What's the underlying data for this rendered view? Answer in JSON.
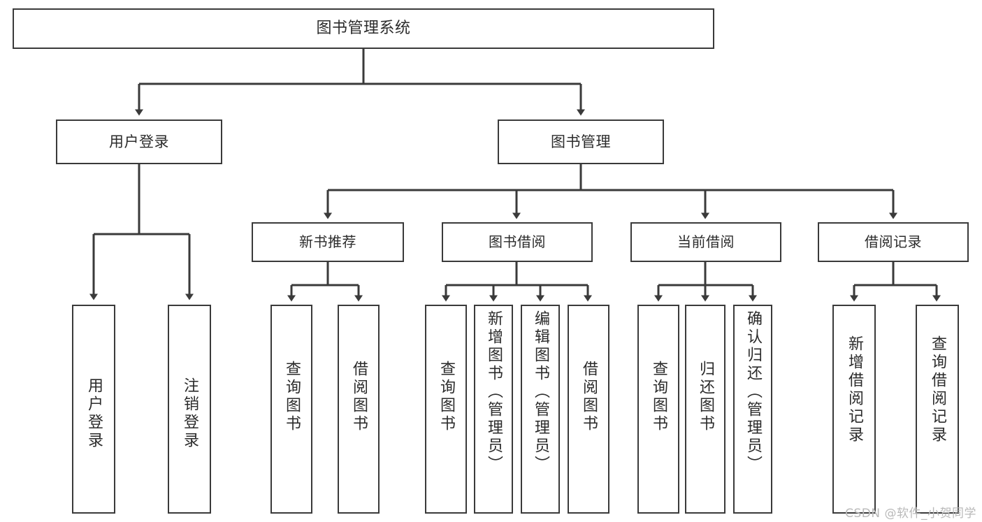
{
  "diagram": {
    "type": "tree",
    "title": "图书管理系统",
    "colors": {
      "stroke": "#3a3a3a",
      "fill": "#ffffff",
      "text": "#2b2b2b",
      "watermark": "#b9b9b9",
      "background": "#ffffff"
    },
    "root": {
      "label": "图书管理系统"
    },
    "level2": [
      {
        "label": "用户登录"
      },
      {
        "label": "图书管理"
      }
    ],
    "level3": [
      {
        "label": "新书推荐"
      },
      {
        "label": "图书借阅"
      },
      {
        "label": "当前借阅"
      },
      {
        "label": "借阅记录"
      }
    ],
    "leaves": {
      "user_login": [
        {
          "label": "用户登录"
        },
        {
          "label": "注销登录"
        }
      ],
      "new_book": [
        {
          "label": "查询图书"
        },
        {
          "label": "借阅图书"
        }
      ],
      "borrow": [
        {
          "label": "查询图书"
        },
        {
          "label": "新增图书（管理员）"
        },
        {
          "label": "编辑图书（管理员）"
        },
        {
          "label": "借阅图书"
        }
      ],
      "current": [
        {
          "label": "查询图书"
        },
        {
          "label": "归还图书"
        },
        {
          "label": "确认归还（管理员）"
        }
      ],
      "records": [
        {
          "label": "新增借阅记录"
        },
        {
          "label": "查询借阅记录"
        }
      ]
    }
  },
  "watermark": {
    "text": "CSDN @软件_小贺同学"
  }
}
